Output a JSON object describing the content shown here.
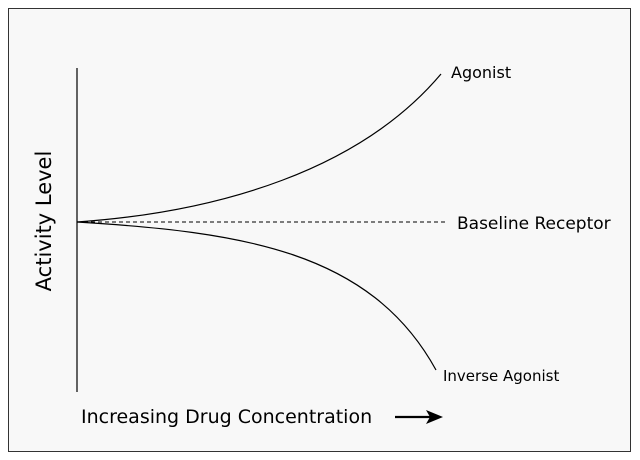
{
  "diagram": {
    "y_axis_label": "Activity Level",
    "x_axis_label": "Increasing Drug Concentration",
    "curves": {
      "agonist": "Agonist",
      "baseline": "Baseline Receptor",
      "inverse_agonist": "Inverse Agonist"
    },
    "colors": {
      "background": "#f8f8f8",
      "frame": "#333333",
      "ink": "#000000"
    }
  }
}
